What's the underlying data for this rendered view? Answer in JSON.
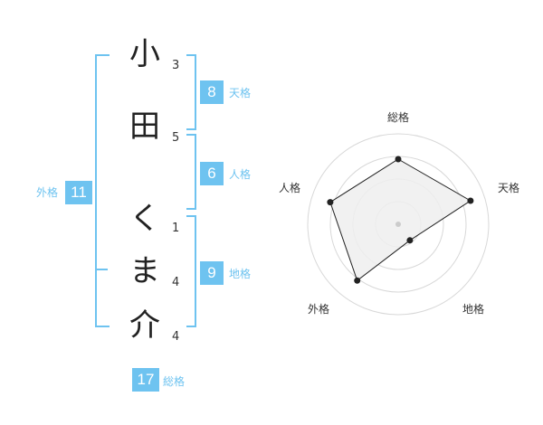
{
  "colors": {
    "accent": "#6ec3f0",
    "accent_text": "#6ec3f0",
    "text": "#333333",
    "radar_fill": "#eeeeee",
    "radar_ring": "#d8d8d8",
    "radar_line": "#222222"
  },
  "name": {
    "chars": [
      {
        "char": "小",
        "strokes": "3"
      },
      {
        "char": "田",
        "strokes": "5"
      },
      {
        "char": "く",
        "strokes": "1"
      },
      {
        "char": "ま",
        "strokes": "4"
      },
      {
        "char": "介",
        "strokes": "4"
      }
    ]
  },
  "fortunes": {
    "tenkaku": {
      "value": "8",
      "label": "天格"
    },
    "jinkaku": {
      "value": "6",
      "label": "人格"
    },
    "chikaku": {
      "value": "9",
      "label": "地格"
    },
    "gaikaku": {
      "value": "11",
      "label": "外格"
    },
    "soukaku": {
      "value": "17",
      "label": "総格"
    }
  },
  "chart_data": {
    "type": "radar",
    "axes": [
      "総格",
      "天格",
      "地格",
      "外格",
      "人格"
    ],
    "values": [
      0.72,
      0.84,
      0.22,
      0.77,
      0.79
    ],
    "range": [
      0,
      1
    ],
    "rings": 4
  }
}
